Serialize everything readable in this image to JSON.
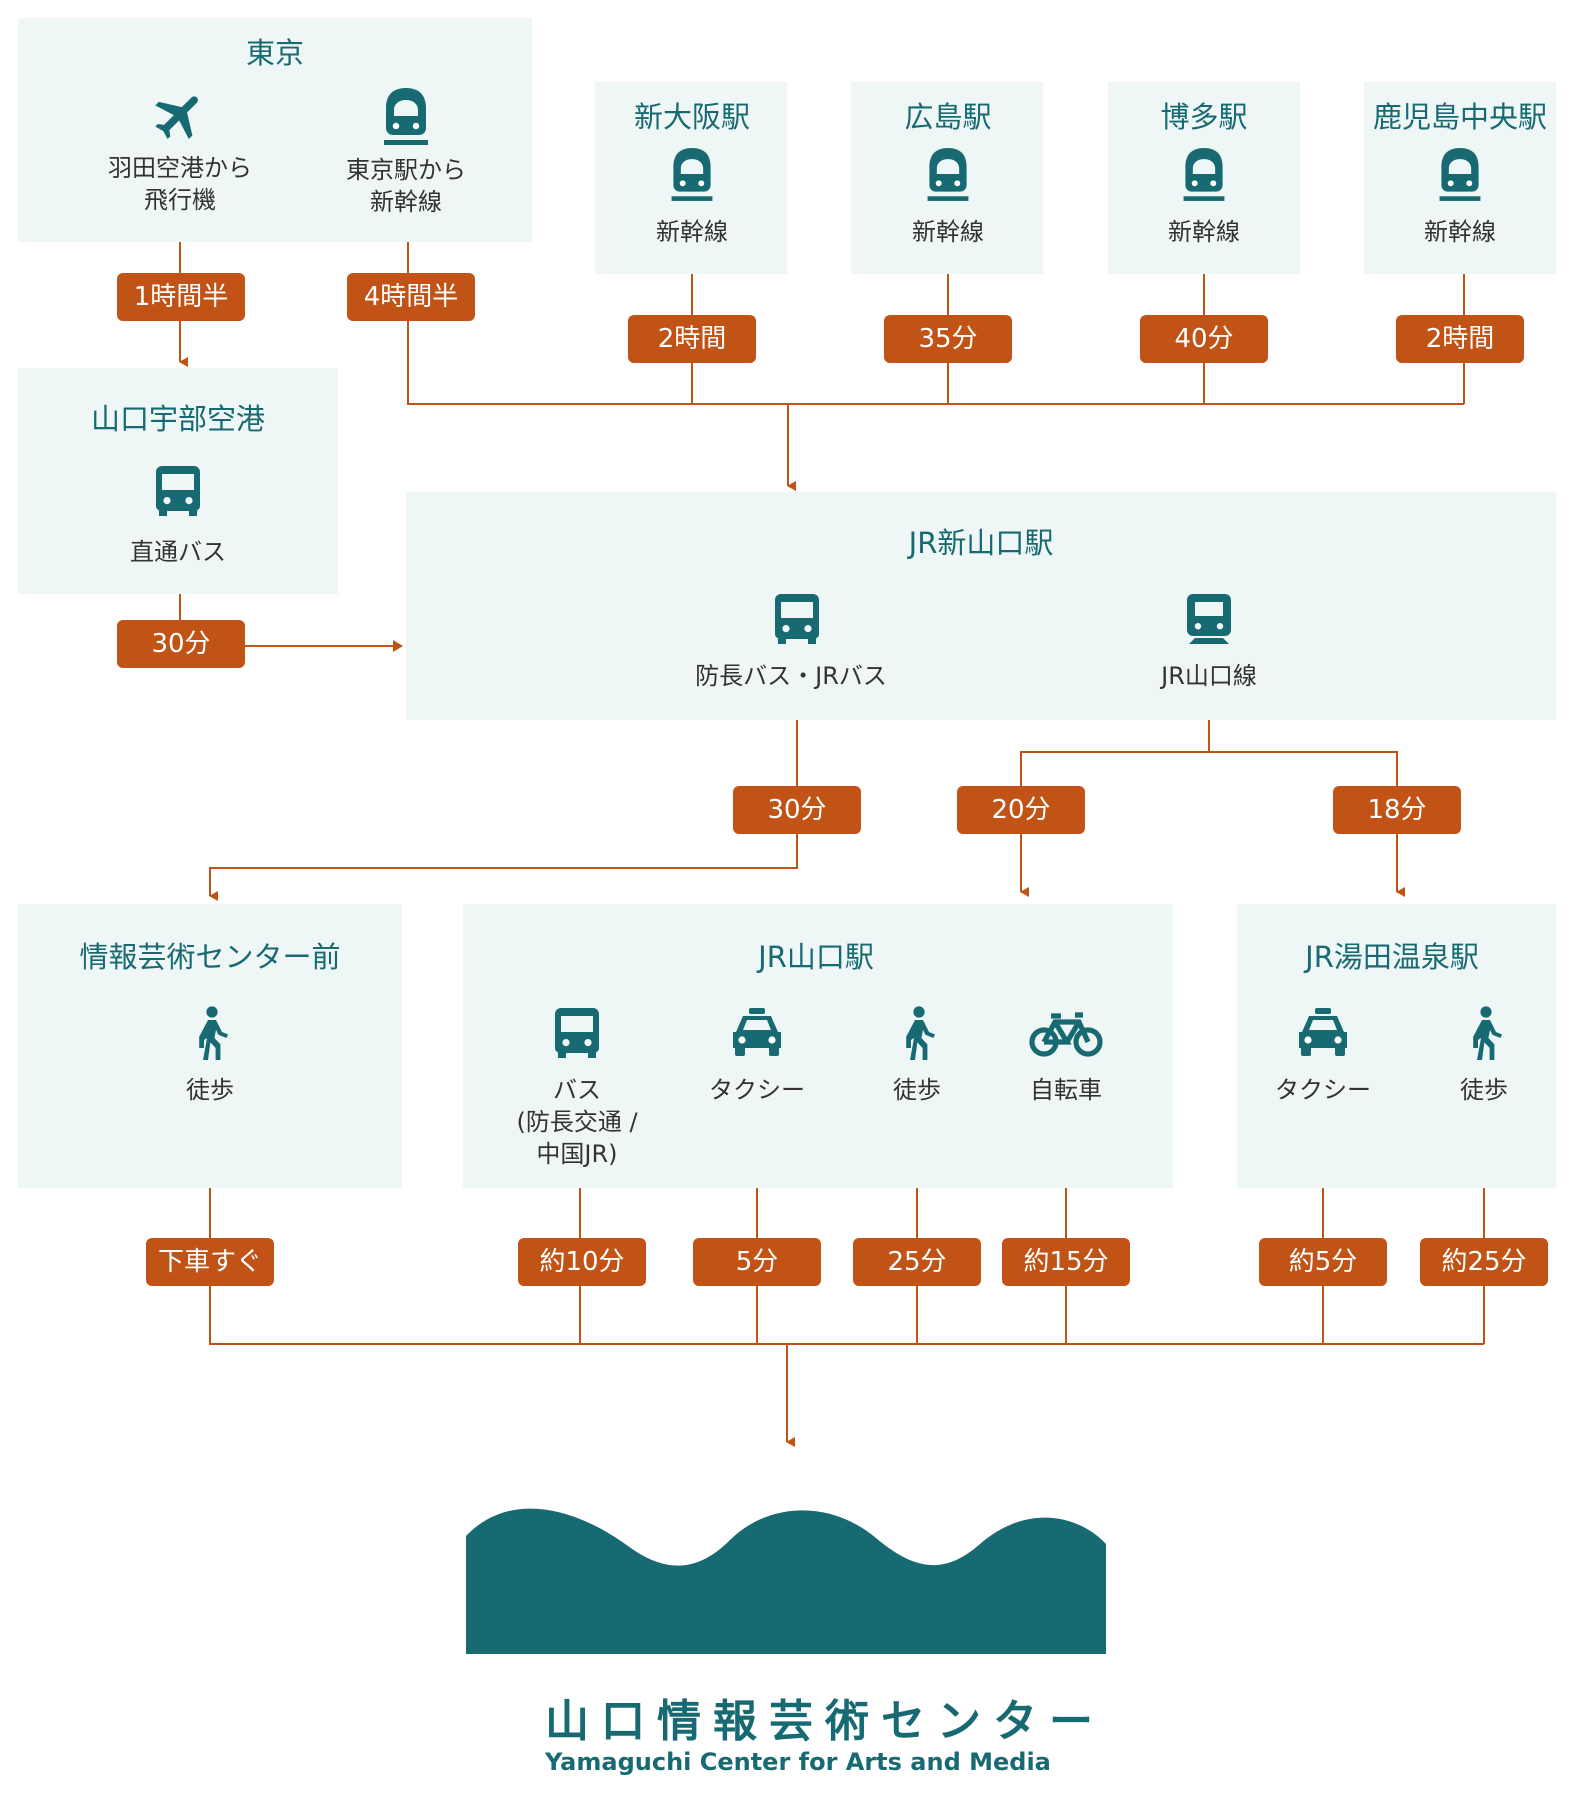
{
  "colors": {
    "teal": "#186a72",
    "orange": "#c05315",
    "box": "#eff6f6"
  },
  "nodes": {
    "tokyo": {
      "title": "東京",
      "haneda": "羽田空港から\n飛行機",
      "tokyo_station": "東京駅から\n新幹線",
      "icons": [
        "airplane-icon",
        "train-icon"
      ]
    },
    "shin_osaka": {
      "title": "新大阪駅",
      "mode": "新幹線",
      "icon": "train-icon"
    },
    "hiroshima": {
      "title": "広島駅",
      "mode": "新幹線",
      "icon": "train-icon"
    },
    "hakata": {
      "title": "博多駅",
      "mode": "新幹線",
      "icon": "train-icon"
    },
    "kagoshima": {
      "title": "鹿児島中央駅",
      "mode": "新幹線",
      "icon": "train-icon"
    },
    "ube_airport": {
      "title": "山口宇部空港",
      "mode": "直通バス",
      "icon": "bus-icon"
    },
    "shin_yamaguchi": {
      "title": "JR新山口駅",
      "bus": "防長バス・JRバス",
      "train": "JR山口線",
      "icons": [
        "bus-icon",
        "train-icon"
      ]
    },
    "center_mae": {
      "title": "情報芸術センター前",
      "walk": "徒歩",
      "icon": "walking-person-icon"
    },
    "yamaguchi_station": {
      "title": "JR山口駅",
      "bus": "バス\n(防長交通 /\n中国JR)",
      "taxi": "タクシー",
      "walk": "徒歩",
      "bicycle": "自転車",
      "icons": [
        "bus-icon",
        "taxi-icon",
        "walking-person-icon",
        "bicycle-icon"
      ]
    },
    "yuda_onsen": {
      "title": "JR湯田温泉駅",
      "taxi": "タクシー",
      "walk": "徒歩",
      "icons": [
        "taxi-icon",
        "walking-person-icon"
      ]
    }
  },
  "durations": {
    "haneda_flight": "1時間半",
    "tokyo_shinkansen": "4時間半",
    "shin_osaka": "2時間",
    "hiroshima": "35分",
    "hakata": "40分",
    "kagoshima": "2時間",
    "ube_bus": "30分",
    "shin_yamaguchi_bus": "30分",
    "line_to_yamaguchi": "20分",
    "line_to_yuda": "18分",
    "center_walk": "下車すぐ",
    "yamaguchi_bus": "約10分",
    "yamaguchi_taxi": "5分",
    "yamaguchi_walk": "25分",
    "yamaguchi_bicycle": "約15分",
    "yuda_taxi": "約5分",
    "yuda_walk": "約25分"
  },
  "destination": {
    "name_ja": "山口情報芸術センター",
    "name_en": "Yamaguchi Center for Arts and Media"
  }
}
